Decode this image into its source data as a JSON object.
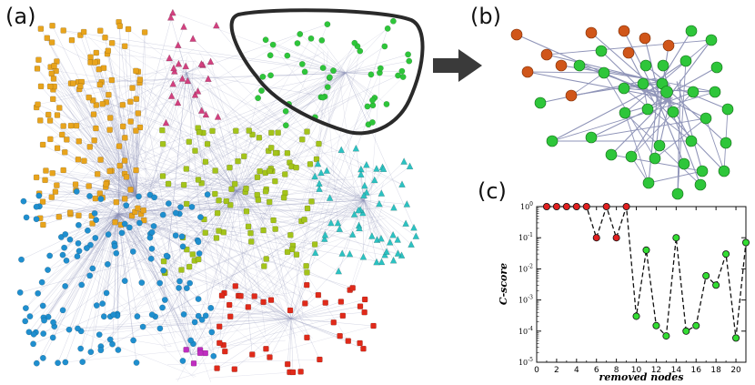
{
  "panels": {
    "a": "(a)",
    "b": "(b)",
    "c": "(c)"
  },
  "colors": {
    "orange": "#e8a41c",
    "magenta": "#d2407f",
    "green": "#2ec63a",
    "lime": "#a4c41a",
    "cyan": "#2cc2c2",
    "blue": "#1f8fcf",
    "red": "#e02a1a",
    "purple": "#c02ec0",
    "edge": "#8f94b8",
    "darkorange": "#d0561a",
    "c_red": "#e02020",
    "c_green": "#33dd33"
  },
  "chart_data": {
    "type": "line",
    "xlabel": "removed nodes",
    "ylabel": "C-score",
    "x_ticks": [
      0,
      2,
      4,
      6,
      8,
      10,
      12,
      14,
      16,
      18,
      20
    ],
    "y_ticks": [
      "10^0",
      "10^-1",
      "10^-2",
      "10^-3",
      "10^-4",
      "10^-5"
    ],
    "xlim": [
      0,
      21
    ],
    "ylim": [
      1e-05,
      1
    ],
    "yscale": "log",
    "series": [
      {
        "marker_colors": [
          "red",
          "red",
          "red",
          "red",
          "red",
          "red",
          "red",
          "red",
          "red",
          "green",
          "green",
          "green",
          "green",
          "green",
          "green",
          "green",
          "green",
          "green",
          "green",
          "green",
          "green"
        ],
        "x": [
          1,
          2,
          3,
          4,
          5,
          6,
          7,
          8,
          9,
          10,
          11,
          12,
          13,
          14,
          15,
          16,
          17,
          18,
          19,
          20,
          21
        ],
        "y": [
          1.0,
          1.0,
          1.0,
          1.0,
          1.0,
          0.1,
          1.0,
          0.1,
          1.0,
          0.0003,
          0.04,
          0.00015,
          7e-05,
          0.1,
          0.0001,
          0.00015,
          0.006,
          0.003,
          0.03,
          6e-05,
          0.07
        ]
      }
    ]
  }
}
